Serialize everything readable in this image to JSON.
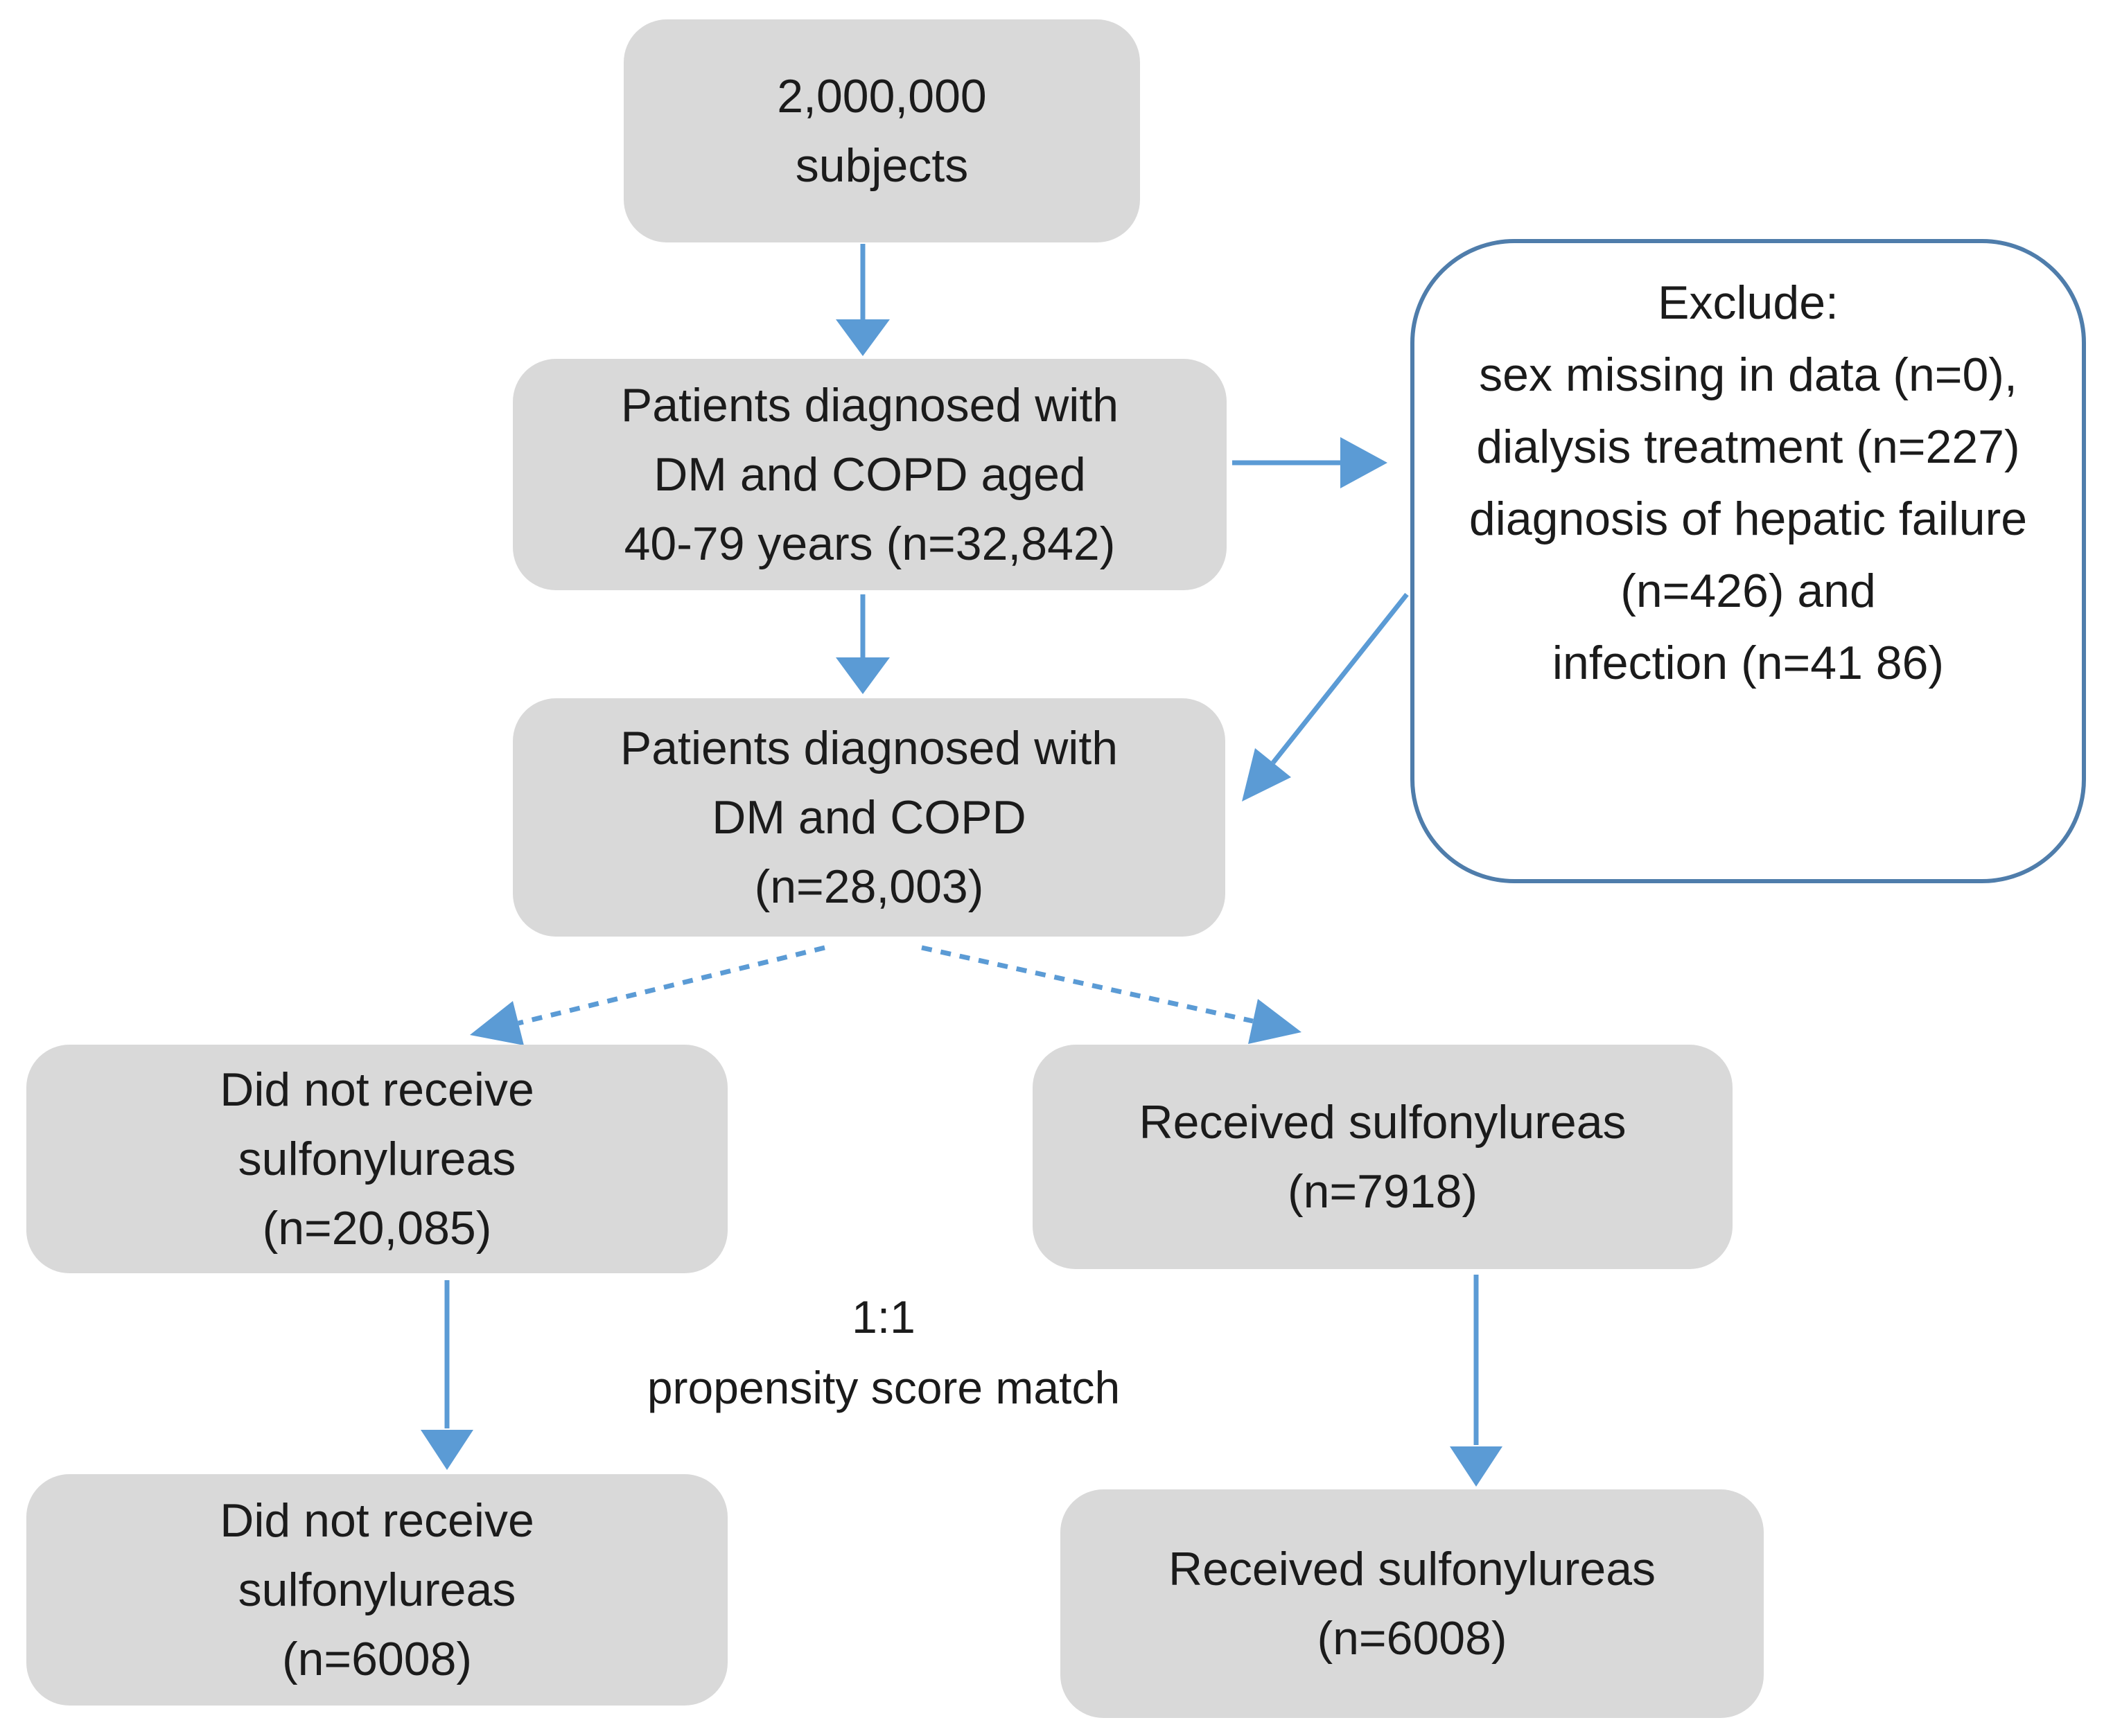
{
  "figure": {
    "type": "flowchart",
    "description": "Patient selection flow diagram with propensity score matching"
  },
  "colors": {
    "box-fill": "#d9d9d9",
    "arrow-color": "#5b9bd5",
    "exclude-border": "#4f7dab",
    "text-color": "#1b1b1b",
    "page-bg": "#ffffff"
  },
  "diagram": {
    "nodes": [
      {
        "id": "subjects",
        "shape": "rounded-rectangle",
        "fill": "gray",
        "lines": [
          "2,000,000",
          "subjects"
        ]
      },
      {
        "id": "diagnosed-aged",
        "shape": "rounded-rectangle",
        "fill": "gray",
        "lines": [
          "Patients diagnosed with",
          "DM and COPD aged",
          "40-79 years (n=32,842)"
        ]
      },
      {
        "id": "exclude",
        "shape": "rounded-rectangle-outlined",
        "fill": "white",
        "lines": [
          "Exclude:",
          "sex missing in data (n=0),",
          "dialysis treatment (n=227)",
          "diagnosis of hepatic failure",
          "(n=426) and",
          "infection (n=41 86)"
        ]
      },
      {
        "id": "diagnosed",
        "shape": "rounded-rectangle",
        "fill": "gray",
        "lines": [
          "Patients diagnosed with",
          "DM and COPD",
          "(n=28,003)"
        ]
      },
      {
        "id": "no-sulfonylureas",
        "shape": "rounded-rectangle",
        "fill": "gray",
        "lines": [
          "Did not receive",
          "sulfonylureas",
          "(n=20,085)"
        ]
      },
      {
        "id": "received-sulfonylureas",
        "shape": "rounded-rectangle",
        "fill": "gray",
        "lines": [
          "Received sulfonylureas",
          "(n=7918)"
        ]
      },
      {
        "id": "no-sulfonylureas-matched",
        "shape": "rounded-rectangle",
        "fill": "gray",
        "lines": [
          "Did not receive",
          "sulfonylureas",
          "(n=6008)"
        ]
      },
      {
        "id": "received-sulfonylureas-matched",
        "shape": "rounded-rectangle",
        "fill": "gray",
        "lines": [
          "Received sulfonylureas",
          "(n=6008)"
        ]
      }
    ],
    "match_label": {
      "line1": "1:1",
      "line2": "propensity score match"
    },
    "edges": [
      {
        "from": "subjects",
        "to": "diagnosed-aged",
        "style": "solid-arrow"
      },
      {
        "from": "diagnosed-aged",
        "to": "exclude",
        "style": "solid-arrow"
      },
      {
        "from": "diagnosed-aged",
        "to": "diagnosed",
        "style": "solid-arrow"
      },
      {
        "from": "exclude",
        "to": "diagnosed",
        "style": "solid-arrow"
      },
      {
        "from": "diagnosed",
        "to": "no-sulfonylureas",
        "style": "dashed-arrow"
      },
      {
        "from": "diagnosed",
        "to": "received-sulfonylureas",
        "style": "dashed-arrow"
      },
      {
        "from": "no-sulfonylureas",
        "to": "no-sulfonylureas-matched",
        "style": "solid-arrow",
        "via_label": "1:1 propensity score match"
      },
      {
        "from": "received-sulfonylureas",
        "to": "received-sulfonylureas-matched",
        "style": "solid-arrow",
        "via_label": "1:1 propensity score match"
      }
    ]
  }
}
